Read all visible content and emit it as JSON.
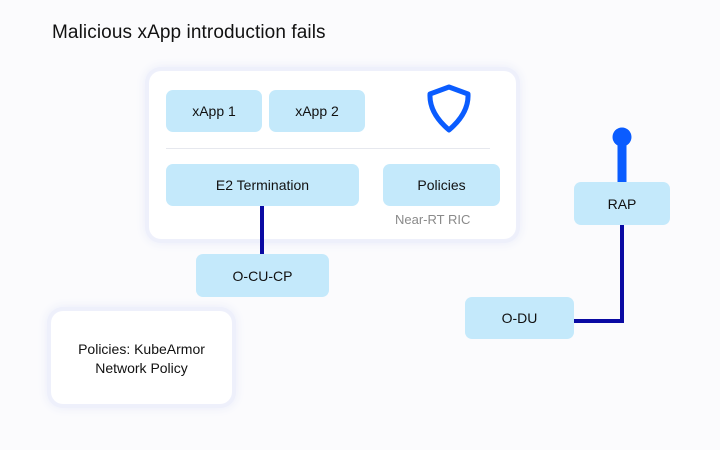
{
  "title": "Malicious xApp introduction fails",
  "ric": {
    "caption": "Near-RT RIC",
    "xapps": [
      "xApp 1",
      "xApp 2"
    ],
    "e2_termination": "E2 Termination",
    "policies": "Policies",
    "shield_icon": "shield-icon"
  },
  "nodes": {
    "ocucp": "O-CU-CP",
    "rap": "RAP",
    "odu": "O-DU"
  },
  "policy_panel": {
    "line1": "Policies: KubeArmor",
    "line2": "Network Policy"
  },
  "colors": {
    "node_fill": "#c4e9fb",
    "connector": "#0a0aa3",
    "accent": "#0a5cff"
  }
}
